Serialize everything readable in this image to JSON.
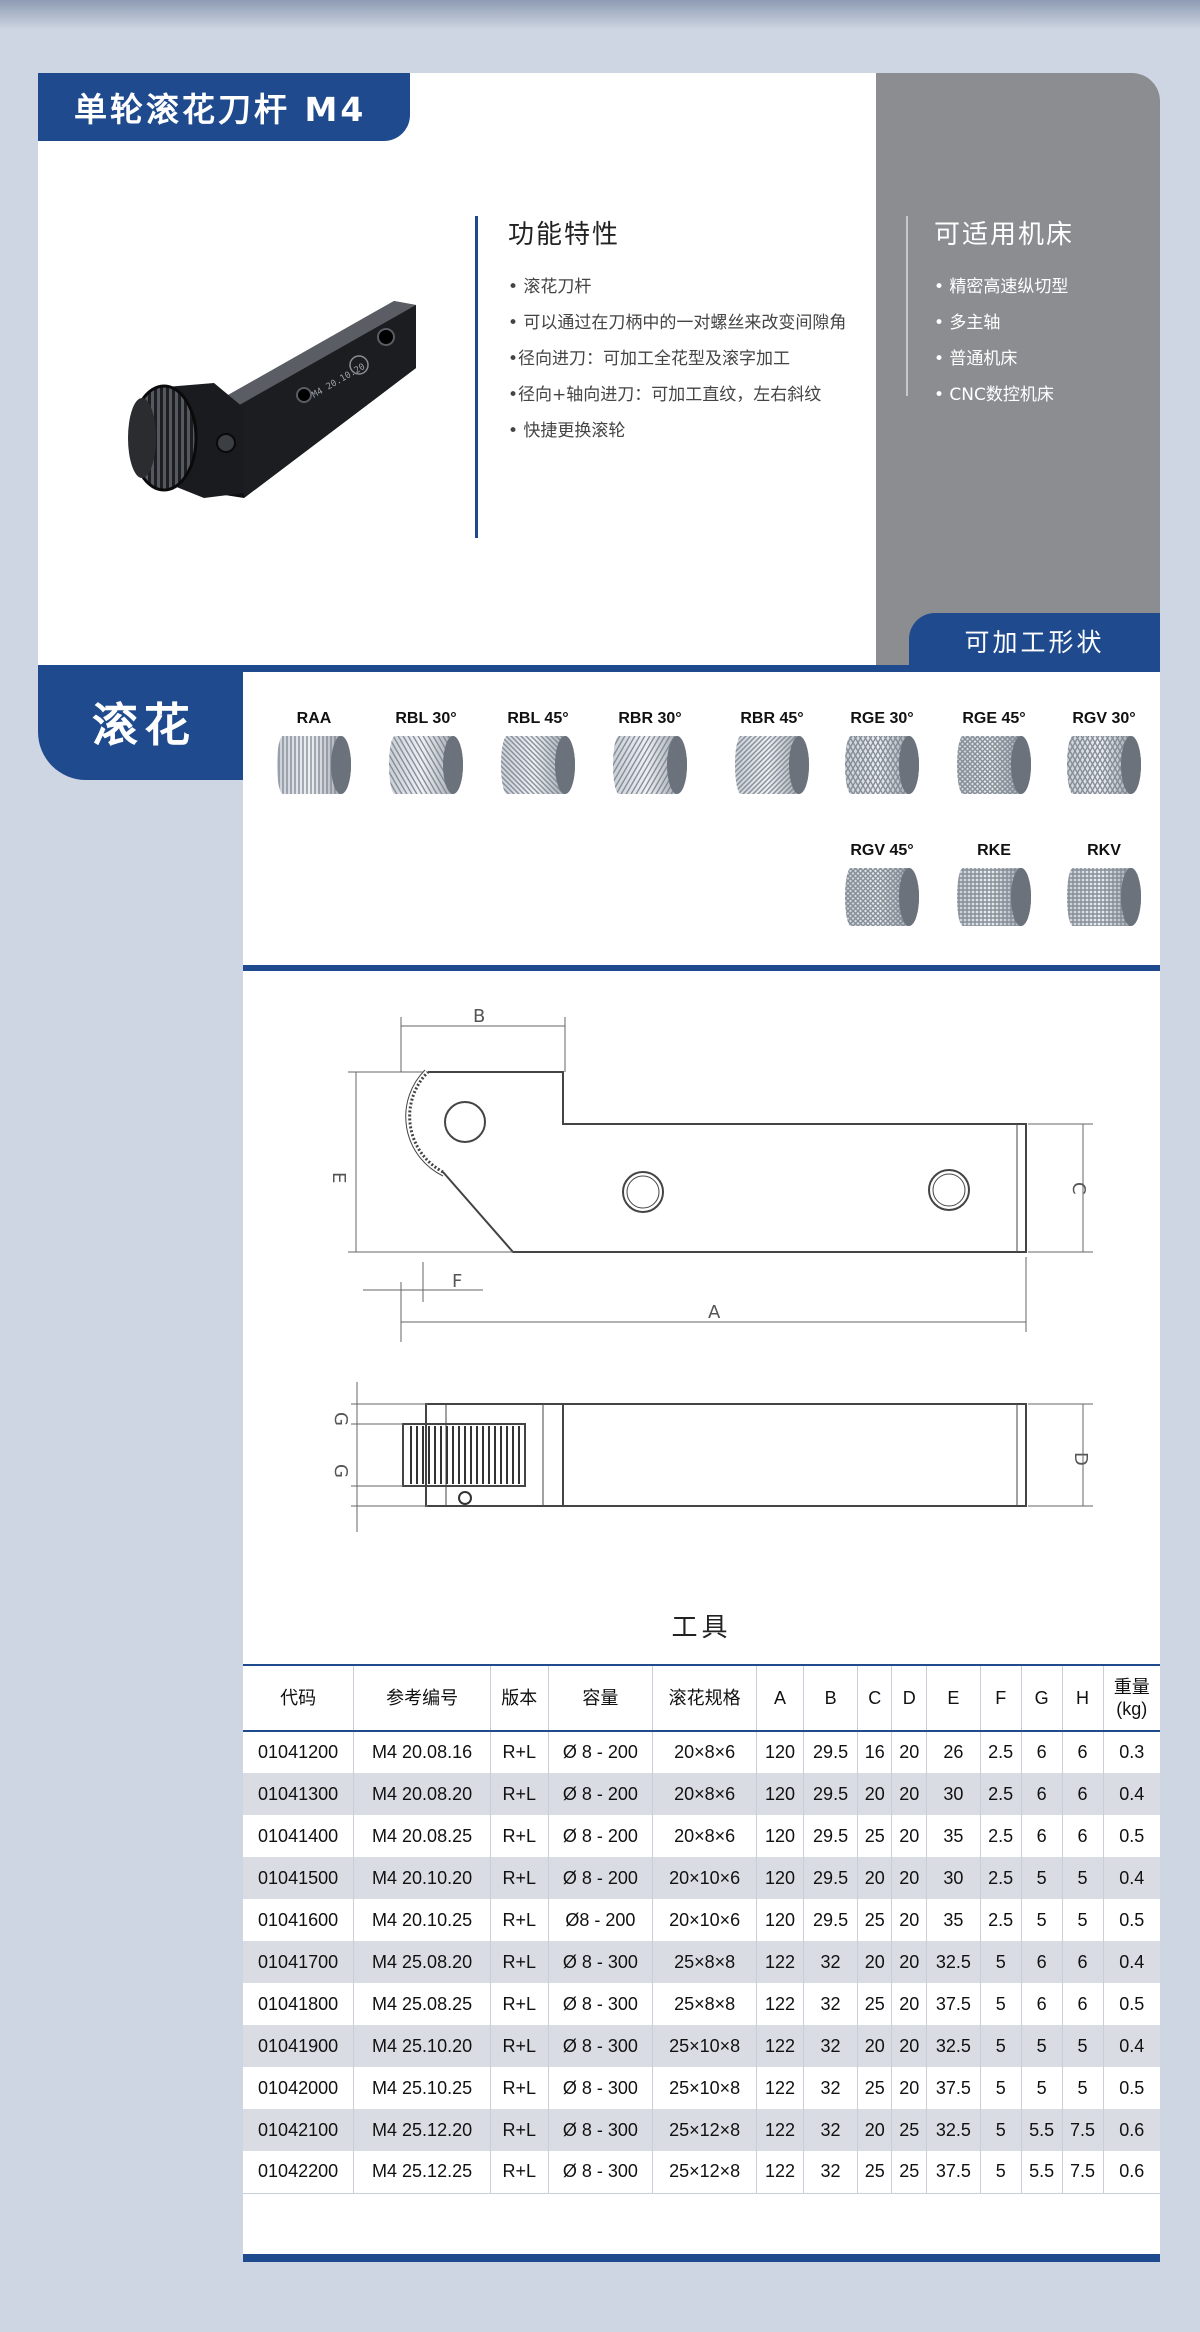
{
  "header": {
    "title": "单轮滚花刀杆 M4"
  },
  "features": {
    "title": "功能特性",
    "items": [
      "• 滚花刀杆",
      "• 可以通过在刀柄中的一对螺丝来改变间隙角",
      "•径向进刀：可加工全花型及滚字加工",
      "•径向+轴向进刀：可加工直纹，左右斜纹",
      "• 快捷更换滚轮"
    ]
  },
  "machines": {
    "title": "可适用机床",
    "items": [
      "• 精密高速纵切型",
      "• 多主轴",
      "• 普通机床",
      "• CNC数控机床"
    ]
  },
  "shapes": {
    "tab_label": "可加工形状",
    "section_label": "滚花",
    "items": [
      {
        "label": "RAA",
        "pattern": "straight"
      },
      {
        "label": "RBL 30°",
        "pattern": "left30"
      },
      {
        "label": "RBL 45°",
        "pattern": "left45"
      },
      {
        "label": "RBR 30°",
        "pattern": "right30"
      },
      {
        "label": "RBR 45°",
        "pattern": "right45"
      },
      {
        "label": "RGE 30°",
        "pattern": "cross30"
      },
      {
        "label": "RGE 45°",
        "pattern": "cross45"
      },
      {
        "label": "RGV 30°",
        "pattern": "cross30"
      },
      {
        "label": "RGV 45°",
        "pattern": "cross45"
      },
      {
        "label": "RKE",
        "pattern": "dots"
      },
      {
        "label": "RKV",
        "pattern": "dots"
      }
    ]
  },
  "drawing": {
    "labels": {
      "a": "A",
      "b": "B",
      "c": "C",
      "d": "D",
      "e": "E",
      "f": "F",
      "g": "G"
    }
  },
  "table": {
    "title": "工具",
    "headers": [
      "代码",
      "参考编号",
      "版本",
      "容量",
      "滚花规格",
      "A",
      "B",
      "C",
      "D",
      "E",
      "F",
      "G",
      "H",
      "重量\n(kg)"
    ],
    "rows": [
      [
        "01041200",
        "M4 20.08.16",
        "R+L",
        "Ø 8 - 200",
        "20×8×6",
        "120",
        "29.5",
        "16",
        "20",
        "26",
        "2.5",
        "6",
        "6",
        "0.3"
      ],
      [
        "01041300",
        "M4 20.08.20",
        "R+L",
        "Ø 8 - 200",
        "20×8×6",
        "120",
        "29.5",
        "20",
        "20",
        "30",
        "2.5",
        "6",
        "6",
        "0.4"
      ],
      [
        "01041400",
        "M4 20.08.25",
        "R+L",
        "Ø 8 - 200",
        "20×8×6",
        "120",
        "29.5",
        "25",
        "20",
        "35",
        "2.5",
        "6",
        "6",
        "0.5"
      ],
      [
        "01041500",
        "M4 20.10.20",
        "R+L",
        "Ø 8 - 200",
        "20×10×6",
        "120",
        "29.5",
        "20",
        "20",
        "30",
        "2.5",
        "5",
        "5",
        "0.4"
      ],
      [
        "01041600",
        "M4 20.10.25",
        "R+L",
        "Ø8 - 200",
        "20×10×6",
        "120",
        "29.5",
        "25",
        "20",
        "35",
        "2.5",
        "5",
        "5",
        "0.5"
      ],
      [
        "01041700",
        "M4 25.08.20",
        "R+L",
        "Ø 8 - 300",
        "25×8×8",
        "122",
        "32",
        "20",
        "20",
        "32.5",
        "5",
        "6",
        "6",
        "0.4"
      ],
      [
        "01041800",
        "M4 25.08.25",
        "R+L",
        "Ø 8 - 300",
        "25×8×8",
        "122",
        "32",
        "25",
        "20",
        "37.5",
        "5",
        "6",
        "6",
        "0.5"
      ],
      [
        "01041900",
        "M4 25.10.20",
        "R+L",
        "Ø 8 - 300",
        "25×10×8",
        "122",
        "32",
        "20",
        "20",
        "32.5",
        "5",
        "5",
        "5",
        "0.4"
      ],
      [
        "01042000",
        "M4 25.10.25",
        "R+L",
        "Ø 8 - 300",
        "25×10×8",
        "122",
        "32",
        "25",
        "20",
        "37.5",
        "5",
        "5",
        "5",
        "0.5"
      ],
      [
        "01042100",
        "M4 25.12.20",
        "R+L",
        "Ø 8 - 300",
        "25×12×8",
        "122",
        "32",
        "20",
        "25",
        "32.5",
        "5",
        "5.5",
        "7.5",
        "0.6"
      ],
      [
        "01042200",
        "M4 25.12.25",
        "R+L",
        "Ø 8 - 300",
        "25×12×8",
        "122",
        "32",
        "25",
        "25",
        "37.5",
        "5",
        "5.5",
        "7.5",
        "0.6"
      ]
    ]
  }
}
